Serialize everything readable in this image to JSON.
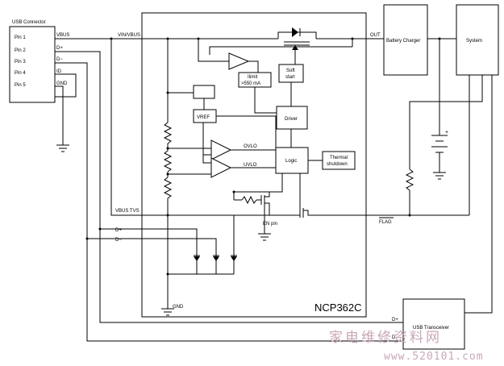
{
  "usb_connector": {
    "title": "USB Connector",
    "pins": [
      "Pin 1",
      "Pin 2",
      "Pin 3",
      "Pin 4",
      "Pin 5"
    ],
    "signals": [
      "VBUS",
      "D+",
      "D−",
      "ID",
      "GND"
    ]
  },
  "chip": {
    "name": "NCP362C",
    "vin_label": "VIN/VBUS",
    "out_label": "OUT",
    "gnd_label": "GND",
    "vbus_tvs_label": "VBUS TVS",
    "dplus_label": "D+",
    "dminus_label": "D−",
    "flag_label": "FLAG",
    "en_pin_label": "EN pin"
  },
  "blocks": {
    "soft_start": [
      "Soft",
      "start"
    ],
    "ilimit": [
      "Ilimit",
      ">550 mA"
    ],
    "driver": "Driver",
    "vref": "VREF",
    "ovlo": "OVLO",
    "uvlo": "UVLO",
    "logic": "Logic",
    "thermal": [
      "Thermal",
      "shutdown"
    ]
  },
  "external": {
    "battery_charger": "Battery Charger",
    "system": "System",
    "usb_transceiver": "USB Transceiver",
    "dplus": "D+",
    "dminus": "D−",
    "battery_plus": "+"
  },
  "watermark": {
    "line1": "家电维修资料网",
    "line2": "www.520101.com"
  }
}
